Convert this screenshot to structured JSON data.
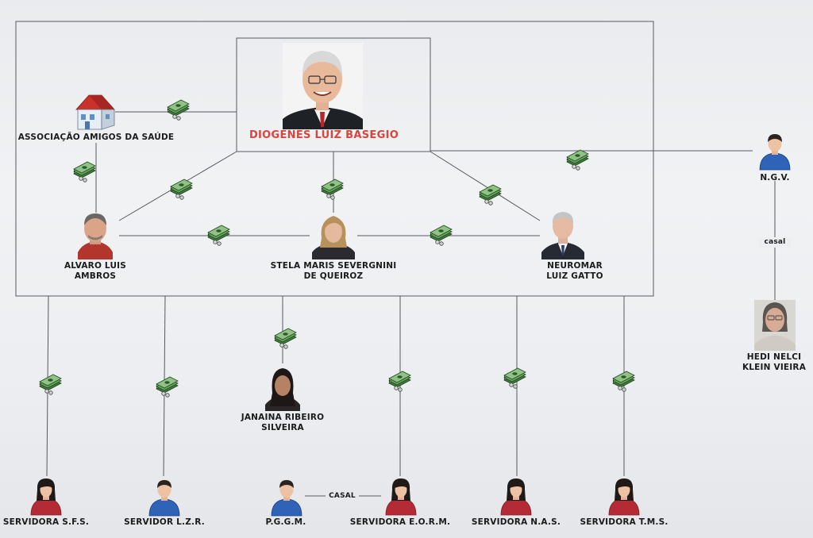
{
  "boss": {
    "name": "DIOGENES LUIZ BASEGIO"
  },
  "association": {
    "name": "ASSOCIAÇÃO AMIGOS DA SAÚDE"
  },
  "inner": {
    "alvaro": {
      "line1": "ALVARO LUIS",
      "line2": "AMBROS"
    },
    "stela": {
      "line1": "STELA MARIS SEVERGNINI",
      "line2": "DE QUEIROZ"
    },
    "neuromar": {
      "line1": "NEUROMAR",
      "line2": "LUIZ GATTO"
    }
  },
  "right": {
    "ngv": {
      "name": "N.G.V."
    },
    "hedi": {
      "line1": "HEDI NELCI",
      "line2": "KLEIN VIEIRA"
    },
    "casal_label": "casal"
  },
  "janaina": {
    "line1": "JANAINA RIBEIRO",
    "line2": "SILVEIRA"
  },
  "bottom": {
    "sfs": "SERVIDORA S.F.S.",
    "lzr": "SERVIDOR L.Z.R.",
    "pggm": "P.G.G.M.",
    "eorm": "SERVIDORA E.O.R.M.",
    "nas": "SERVIDORA N.A.S.",
    "tms": "SERVIDORA T.M.S.",
    "casal_label": "CASAL"
  },
  "colors": {
    "line": "#555a60",
    "boss_name": "#d9453c",
    "male_shirt": "#2f63b8",
    "female_shirt": "#b52b35",
    "money": "#4f8a4a"
  },
  "icons": {
    "money": "money-stack-icon",
    "house": "house-icon",
    "person_male": "person-male-icon",
    "person_female": "person-female-icon"
  }
}
